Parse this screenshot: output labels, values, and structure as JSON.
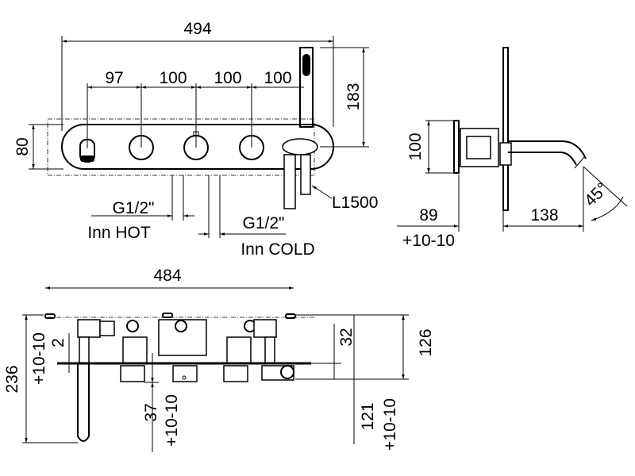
{
  "front_view": {
    "overall_width": "494",
    "spacing": [
      "97",
      "100",
      "100",
      "100"
    ],
    "height": "80",
    "shower_height": "183",
    "hot_inlet": {
      "thread": "G1/2\"",
      "label": "Inn HOT"
    },
    "cold_inlet": {
      "thread": "G1/2\"",
      "label": "Inn COLD"
    },
    "hose_length": "L1500"
  },
  "side_view": {
    "height": "100",
    "depth": "89",
    "spout_projection": "138",
    "tolerance": "+10-10",
    "angle": "45°"
  },
  "top_view": {
    "width": "484",
    "total_depth": "236",
    "total_tolerance": "+10-10",
    "plate_thickness": "2",
    "left_depth": "37",
    "left_tolerance": "+10-10",
    "right_offset": "32",
    "right_depth": "121",
    "right_tolerance": "+10-10",
    "box_depth": "126"
  }
}
